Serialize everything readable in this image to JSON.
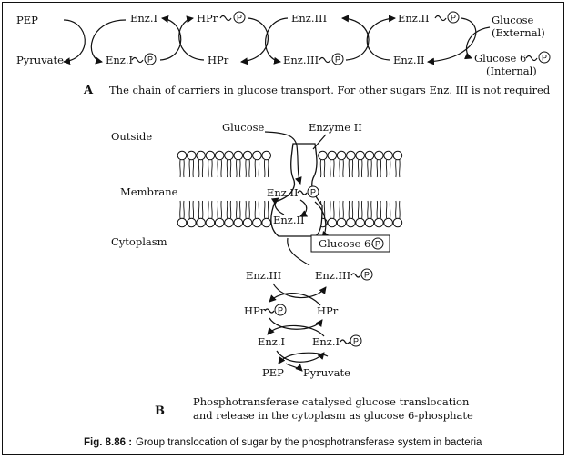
{
  "panel_a": {
    "label": "A",
    "caption": "The chain of carriers in glucose transport. For other sugars Enz. III is not required",
    "pep": "PEP",
    "pyruvate": "Pyruvate",
    "enz1": "Enz.I",
    "enz1_p": "Enz.I",
    "hpr_p": "HPr",
    "hpr": "HPr",
    "enz3": "Enz.III",
    "enz3_p": "Enz.III",
    "enz2_p": "Enz.II",
    "enz2": "Enz.II",
    "glucose_ext": "Glucose",
    "external": "(External)",
    "glucose6": "Glucose 6",
    "internal": "(Internal)"
  },
  "panel_b": {
    "label": "B",
    "outside": "Outside",
    "membrane": "Membrane",
    "cytoplasm": "Cytoplasm",
    "glucose": "Glucose",
    "enzyme2": "Enzyme II",
    "enz2_p": "Enz.II",
    "enz2": "Enz.II",
    "glucose6p": "Glucose 6-",
    "enz3": "Enz.III",
    "enz3_p": "Enz.III",
    "hpr_p": "HPr",
    "hpr": "HPr",
    "enz1": "Enz.I",
    "enz1_p": "Enz.I",
    "pep": "PEP",
    "pyruvate": "Pyruvate",
    "caption_line1": "Phosphotransferase catalysed glucose translocation",
    "caption_line2": "and release in the cytoplasm as glucose 6-phosphate"
  },
  "phosphate_symbol": "P",
  "figure_caption": {
    "number": "Fig. 8.86 :",
    "text": " Group translocation of sugar by the phosphotransferase system in bacteria"
  }
}
